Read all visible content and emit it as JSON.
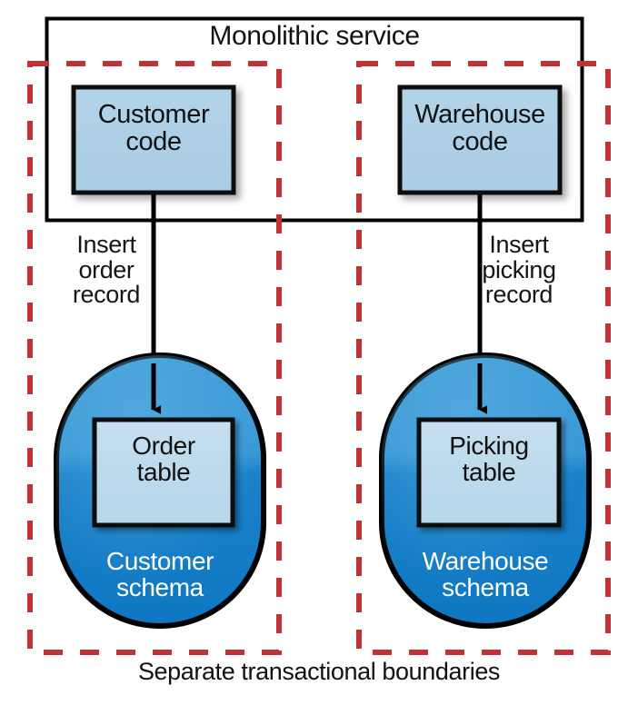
{
  "figure": {
    "type": "architecture-diagram",
    "caption": "Separate transactional boundaries",
    "title": "Monolithic service"
  },
  "monolith": {
    "title": "Monolithic service",
    "components": [
      {
        "name": "customer-code",
        "label": "Customer\ncode"
      },
      {
        "name": "warehouse-code",
        "label": "Warehouse\ncode"
      }
    ]
  },
  "flows": [
    {
      "name": "insert-order-record",
      "label": "Insert\norder\nrecord",
      "from": "Customer code",
      "to": "Order table"
    },
    {
      "name": "insert-picking-record",
      "label": "Insert\npicking\nrecord",
      "from": "Warehouse code",
      "to": "Picking table"
    }
  ],
  "databases": [
    {
      "name": "customer-schema",
      "schema_label": "Customer\nschema",
      "table_label": "Order\ntable"
    },
    {
      "name": "warehouse-schema",
      "schema_label": "Warehouse\nschema",
      "table_label": "Picking\ntable"
    }
  ],
  "boundaries": {
    "caption": "Separate transactional boundaries",
    "count": 2,
    "style": "dashed"
  },
  "colors": {
    "code_box_fill": "#aed0e6",
    "code_box_stroke": "#0d0d0d",
    "table_box_fill": "#bedaec",
    "cylinder_top": "#3b9ad6",
    "cylinder_bottom": "#1079c4",
    "cylinder_stroke": "#000000",
    "boundary_dash": "#c03236",
    "monolith_stroke": "#000000",
    "background": "#ffffff",
    "text": "#111111",
    "schema_text": "#ffffff"
  }
}
